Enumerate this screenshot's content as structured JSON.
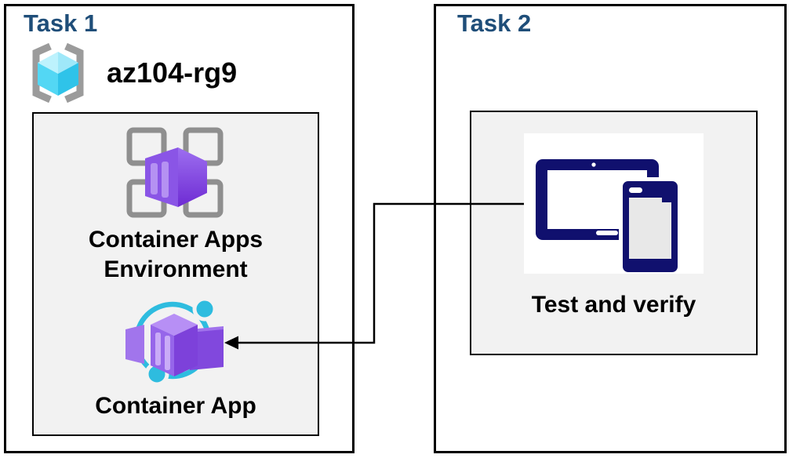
{
  "task1": {
    "title": "Task 1",
    "resource_group": "az104-rg9",
    "env_label_line1": "Container Apps",
    "env_label_line2": "Environment",
    "app_label": "Container App"
  },
  "task2": {
    "title": "Task 2",
    "verify_label": "Test and verify"
  },
  "connector": {
    "from": "test-and-verify-node",
    "to": "container-app-node",
    "shape": "elbow-arrow-left"
  },
  "icons": {
    "resource_group": "resource-group-brackets-cube-icon",
    "environment": "container-apps-environment-icon",
    "container_app": "container-app-icon",
    "verify": "tablet-and-phone-devices-icon"
  },
  "colors": {
    "title_blue": "#1F4E79",
    "box_border": "#000000",
    "inner_box_bg": "#F2F2F2",
    "device_navy": "#10106E",
    "ring_cyan": "#2EBCDF",
    "cube_cyan_top": "#A5ECFB",
    "cube_cyan_left": "#53D7F4",
    "cube_cyan_right": "#2FC3E9",
    "purple_top": "#B78FF5",
    "purple_front": "#9161E9",
    "purple_side": "#7A3AD8",
    "grid_gray": "#8F8F8F",
    "bracket_gray": "#9B9B9B"
  }
}
